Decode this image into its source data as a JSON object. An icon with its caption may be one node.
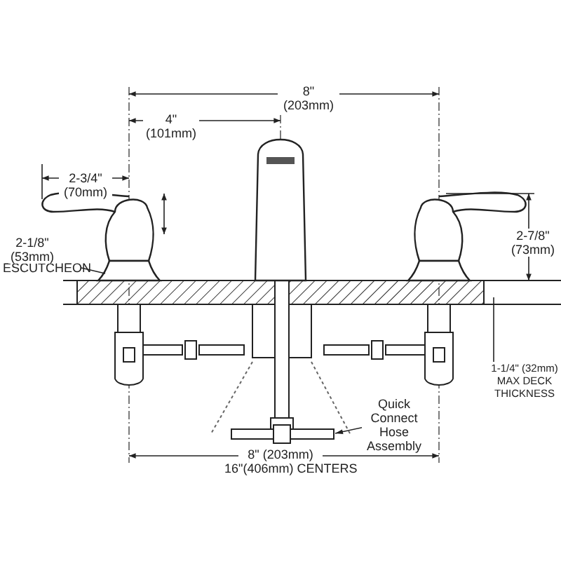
{
  "diagram": {
    "nodes": [
      {
        "text": [
          "ESCUTCHEON"
        ]
      },
      {
        "text": [],
        "shape": "box"
      },
      {
        "text": [
          "Quick Connect Hose Assembly"
        ]
      },
      {
        "text": [],
        "shape": "box"
      }
    ],
    "edges": [
      {
        "from": 0,
        "to": 1,
        "arrow": "none"
      },
      {
        "from": 2,
        "to": 3,
        "arrow": "to"
      }
    ],
    "labels": [
      "8\" (203mm)",
      "4\" (101mm)",
      "2-3/4\" (70mm)",
      "2-1/8\" (53mm)",
      "2-7/8\" (73mm)",
      "1-1/4\" (32mm) MAX DECK THICKNESS",
      "8\" (203mm)",
      "16\"(406mm) CENTERS"
    ]
  }
}
